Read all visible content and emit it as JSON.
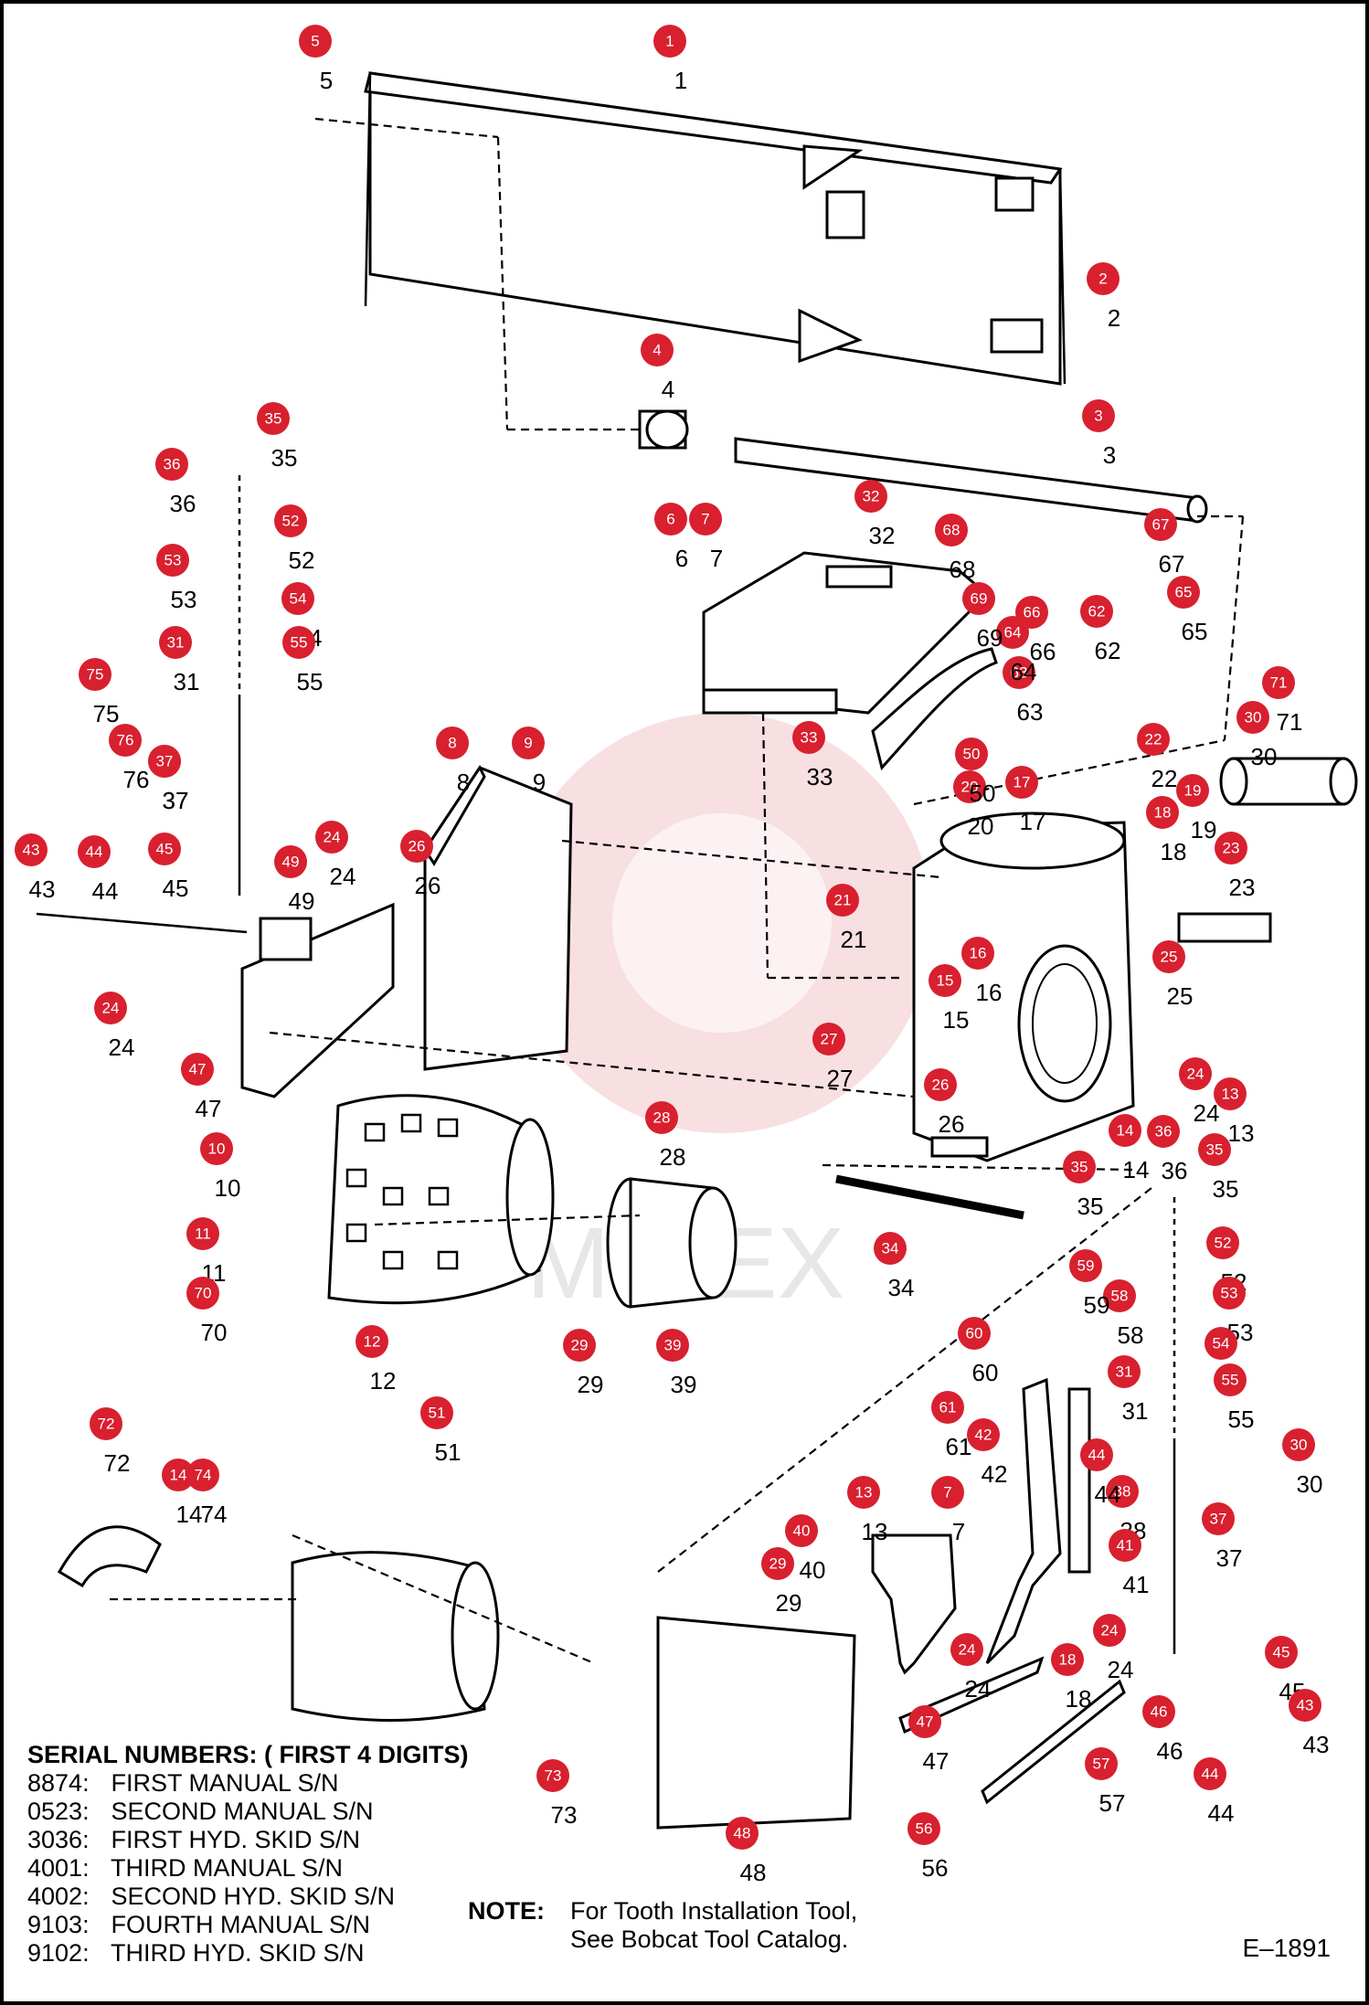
{
  "diagram": {
    "callouts": [
      {
        "n": "1"
      },
      {
        "n": "2"
      },
      {
        "n": "3"
      },
      {
        "n": "4"
      },
      {
        "n": "5"
      },
      {
        "n": "6"
      },
      {
        "n": "7"
      },
      {
        "n": "8"
      },
      {
        "n": "9"
      },
      {
        "n": "10"
      },
      {
        "n": "11"
      },
      {
        "n": "12"
      },
      {
        "n": "13"
      },
      {
        "n": "14"
      },
      {
        "n": "15"
      },
      {
        "n": "16"
      },
      {
        "n": "17"
      },
      {
        "n": "18"
      },
      {
        "n": "19"
      },
      {
        "n": "20"
      },
      {
        "n": "21"
      },
      {
        "n": "22"
      },
      {
        "n": "23"
      },
      {
        "n": "24"
      },
      {
        "n": "25"
      },
      {
        "n": "26"
      },
      {
        "n": "27"
      },
      {
        "n": "28"
      },
      {
        "n": "29"
      },
      {
        "n": "30"
      },
      {
        "n": "31"
      },
      {
        "n": "32"
      },
      {
        "n": "33"
      },
      {
        "n": "34"
      },
      {
        "n": "35"
      },
      {
        "n": "36"
      },
      {
        "n": "37"
      },
      {
        "n": "38"
      },
      {
        "n": "39"
      },
      {
        "n": "40"
      },
      {
        "n": "41"
      },
      {
        "n": "42"
      },
      {
        "n": "43"
      },
      {
        "n": "44"
      },
      {
        "n": "45"
      },
      {
        "n": "46"
      },
      {
        "n": "47"
      },
      {
        "n": "48"
      },
      {
        "n": "49"
      },
      {
        "n": "50"
      },
      {
        "n": "51"
      },
      {
        "n": "52"
      },
      {
        "n": "53"
      },
      {
        "n": "54"
      },
      {
        "n": "55"
      },
      {
        "n": "56"
      },
      {
        "n": "57"
      },
      {
        "n": "58"
      },
      {
        "n": "59"
      },
      {
        "n": "60"
      },
      {
        "n": "61"
      },
      {
        "n": "62"
      },
      {
        "n": "63"
      },
      {
        "n": "64"
      },
      {
        "n": "65"
      },
      {
        "n": "66"
      },
      {
        "n": "67"
      },
      {
        "n": "68"
      },
      {
        "n": "69"
      },
      {
        "n": "70"
      },
      {
        "n": "71"
      },
      {
        "n": "72"
      },
      {
        "n": "73"
      },
      {
        "n": "74"
      },
      {
        "n": "75"
      },
      {
        "n": "76"
      }
    ],
    "bubble_color": "#d8202f",
    "watermark_text": "MIREX"
  },
  "serial_numbers": {
    "heading": "SERIAL NUMBERS: ( FIRST 4 DIGITS)",
    "rows": [
      {
        "code": "8874:",
        "desc": "FIRST MANUAL S/N"
      },
      {
        "code": "0523:",
        "desc": "SECOND MANUAL S/N"
      },
      {
        "code": "3036:",
        "desc": "FIRST HYD. SKID S/N"
      },
      {
        "code": "4001:",
        "desc": "THIRD MANUAL S/N"
      },
      {
        "code": "4002:",
        "desc": "SECOND HYD. SKID S/N"
      },
      {
        "code": "9103:",
        "desc": "FOURTH MANUAL S/N"
      },
      {
        "code": "9102:",
        "desc": "THIRD HYD. SKID S/N"
      }
    ]
  },
  "note": {
    "label": "NOTE:",
    "line1": "For Tooth Installation Tool,",
    "line2": "See Bobcat Tool Catalog."
  },
  "doc_ref": "E–1891"
}
